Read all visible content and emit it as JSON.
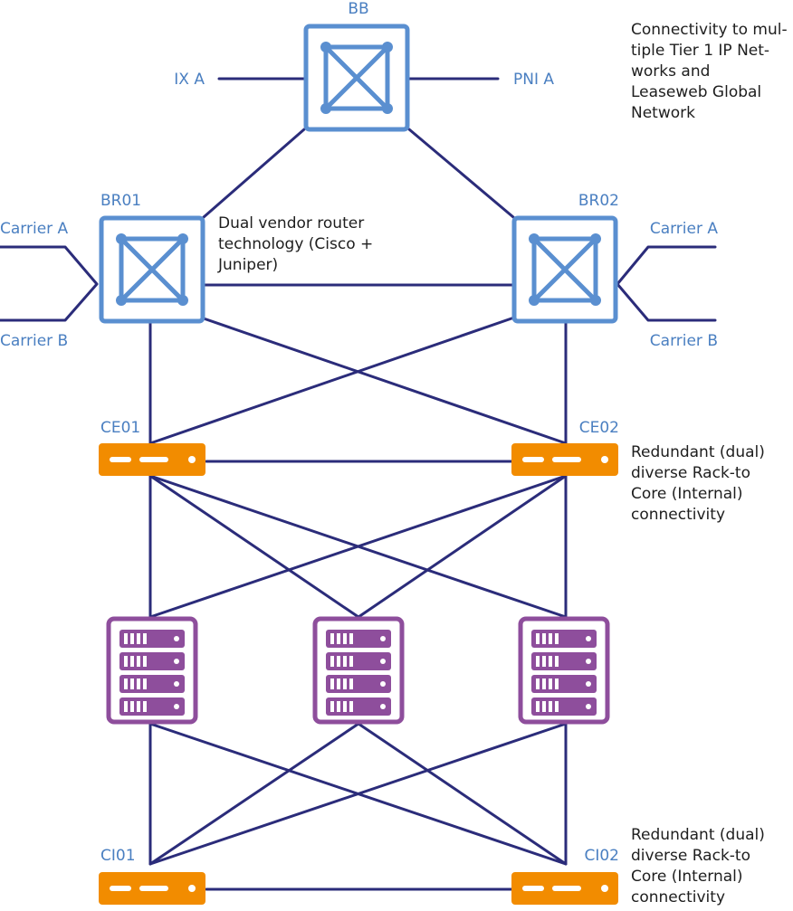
{
  "nodes": {
    "bb": "BB",
    "br01": "BR01",
    "br02": "BR02",
    "ce01": "CE01",
    "ce02": "CE02",
    "ci01": "CI01",
    "ci02": "CI02"
  },
  "peers": {
    "ix_a": "IX A",
    "pni_a": "PNI A",
    "left_carrier_a": "Carrier A",
    "left_carrier_b": "Carrier B",
    "right_carrier_a": "Carrier A",
    "right_carrier_b": "Carrier B"
  },
  "notes": {
    "connectivity": [
      "Connectivity to mul-",
      "tiple Tier 1 IP Net-",
      "works and",
      "Leaseweb Global",
      "Network"
    ],
    "dual_vendor": [
      "Dual vendor router",
      "technology (Cisco +",
      "Juniper)"
    ],
    "redundant_ce": [
      "Redundant (dual)",
      "diverse Rack-to",
      "Core (Internal)",
      "connectivity"
    ],
    "redundant_ci": [
      "Redundant (dual)",
      "diverse Rack-to",
      "Core (Internal)",
      "connectivity"
    ]
  },
  "colors": {
    "router_blue": "#5a8fd0",
    "label_blue": "#4a7fc1",
    "link_navy": "#2b2c7a",
    "switch_orange": "#f28c00",
    "rack_purple": "#8e4e9c"
  },
  "icons": {
    "router": "router-icon",
    "switch": "switch-icon",
    "rack": "server-rack-icon"
  }
}
